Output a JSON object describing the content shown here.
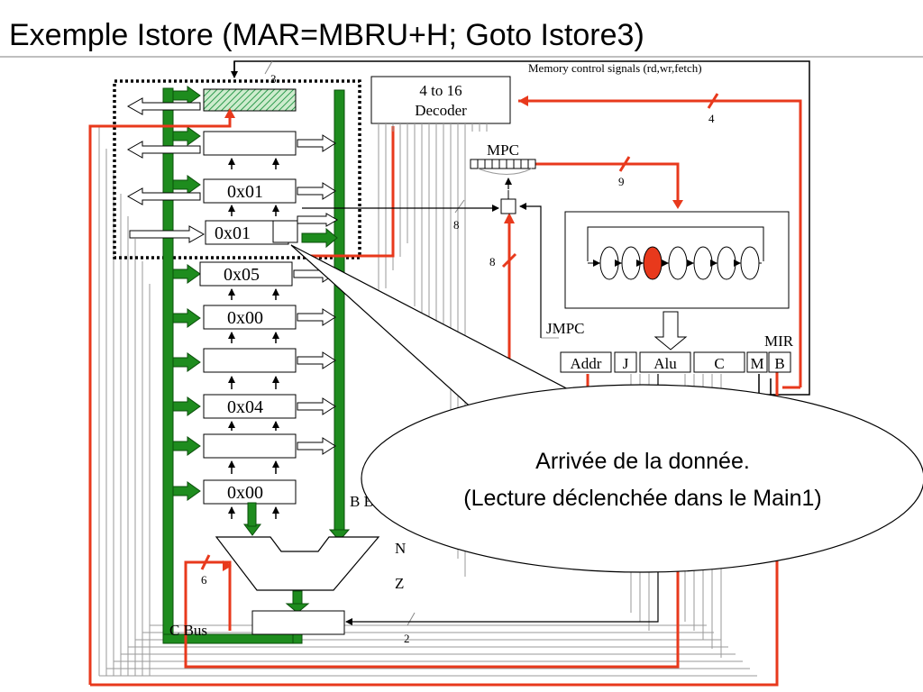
{
  "slide": {
    "title": "Exemple Istore (MAR=MBRU+H; Goto Istore3)"
  },
  "registers": {
    "r3": "0x01",
    "r4": "0x01",
    "r5": "0x05",
    "r6": "0x00",
    "r8": "0x04",
    "r10": "0x00"
  },
  "decoder": {
    "line1": "4 to 16",
    "line2": "Decoder"
  },
  "labels": {
    "memory_control": "Memory control signals (rd,wr,fetch)",
    "mpc": "MPC",
    "jmpc": "JMPC",
    "mir": "MIR",
    "c_bus": "C Bus",
    "b_bus": "B B",
    "n": "N",
    "z": "Z"
  },
  "wire_widths": {
    "w3": "3",
    "w4": "4",
    "w9": "9",
    "w8a": "8",
    "w8b": "8",
    "w6": "6",
    "w2": "2"
  },
  "mir_fields": [
    "Addr",
    "J",
    "Alu",
    "C",
    "M",
    "B"
  ],
  "callout": {
    "line1": "Arrivée de la donnée.",
    "line2": "(Lecture déclenchée dans le Main1)"
  },
  "colors": {
    "bus_green": "#1e8c1e",
    "bus_border": "#0b4f0b",
    "control_red": "#e8391c",
    "hatch_green": "#3cb371",
    "highlight_oval": "#e8391c"
  }
}
